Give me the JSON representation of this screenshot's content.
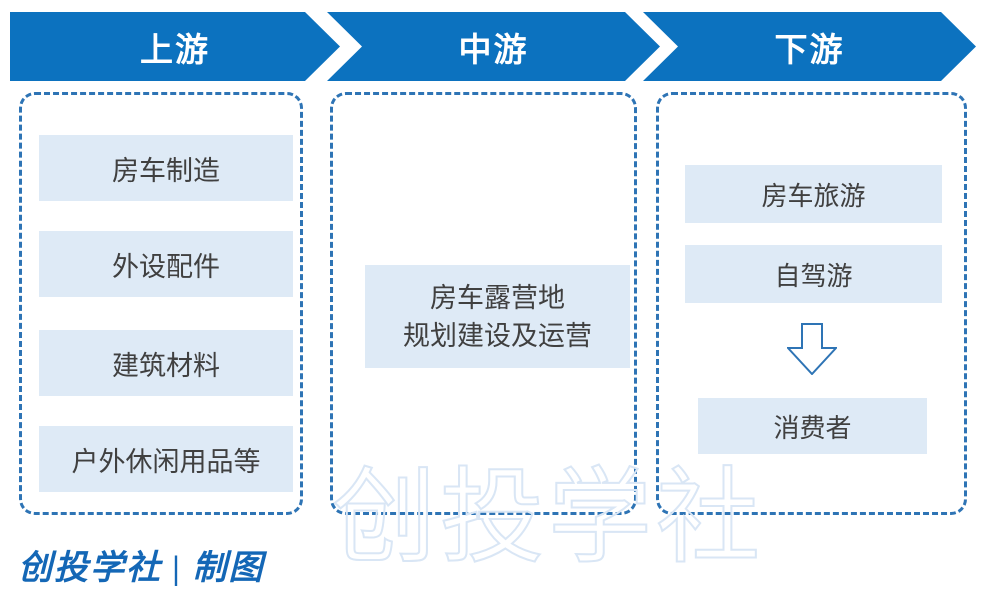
{
  "header": {
    "stages": [
      {
        "label": "上游"
      },
      {
        "label": "中游"
      },
      {
        "label": "下游"
      }
    ]
  },
  "upstream": {
    "items": [
      "房车制造",
      "外设配件",
      "建筑材料",
      "户外休闲用品等"
    ]
  },
  "midstream": {
    "box_line1": "房车露营地",
    "box_line2": "规划建设及运营"
  },
  "downstream": {
    "items": [
      "房车旅游",
      "自驾游"
    ],
    "consumer": "消费者"
  },
  "footer": {
    "credit": "创投学社 | 制图"
  },
  "watermark": {
    "text": "创投学社"
  },
  "colors": {
    "banner_blue": "#0C72BF",
    "box_fill": "#DEEAF6",
    "dash_border": "#2E74B5",
    "box_text": "#404040",
    "footer_blue": "#1467B6",
    "watermark_stroke": "#D9E6F5"
  }
}
